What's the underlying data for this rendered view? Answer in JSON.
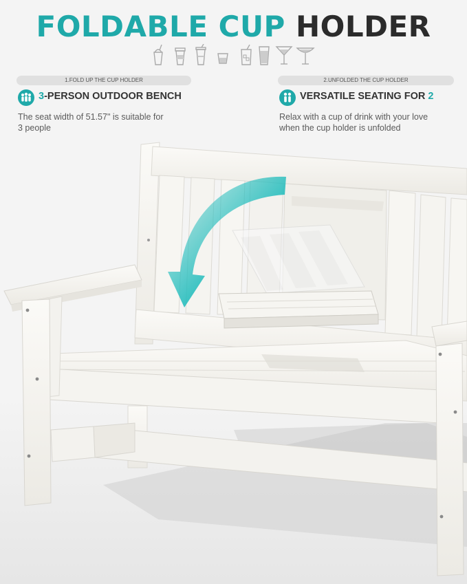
{
  "header": {
    "title_teal": "FOLDABLE CUP",
    "title_dark": "HOLDER",
    "accent_color": "#1fa9a9",
    "drink_icons": [
      "milkshake-icon",
      "coffee-cup-icon",
      "iced-drink-icon",
      "shot-glass-icon",
      "soda-glass-icon",
      "beer-glass-icon",
      "cocktail-glass-icon",
      "martini-glass-icon"
    ]
  },
  "left_panel": {
    "step_label": "1.FOLD UP THE CUP HOLDER",
    "title_num": "3",
    "title_rest": "-PERSON OUTDOOR BENCH",
    "desc_line1": "The seat width of 51.57\" is suitable for",
    "desc_line2": "3 people",
    "icon": "three-people-icon"
  },
  "right_panel": {
    "step_label": "2.UNFOLDED THE CUP HOLDER",
    "title_text": "VERSATILE SEATING FOR ",
    "title_num": "2",
    "desc_line1": "Relax with a cup of drink with your love",
    "desc_line2": "when the cup holder is unfolded",
    "icon": "two-people-icon"
  },
  "product": {
    "name": "white-outdoor-bench",
    "arrow": "fold-down-arrow"
  }
}
